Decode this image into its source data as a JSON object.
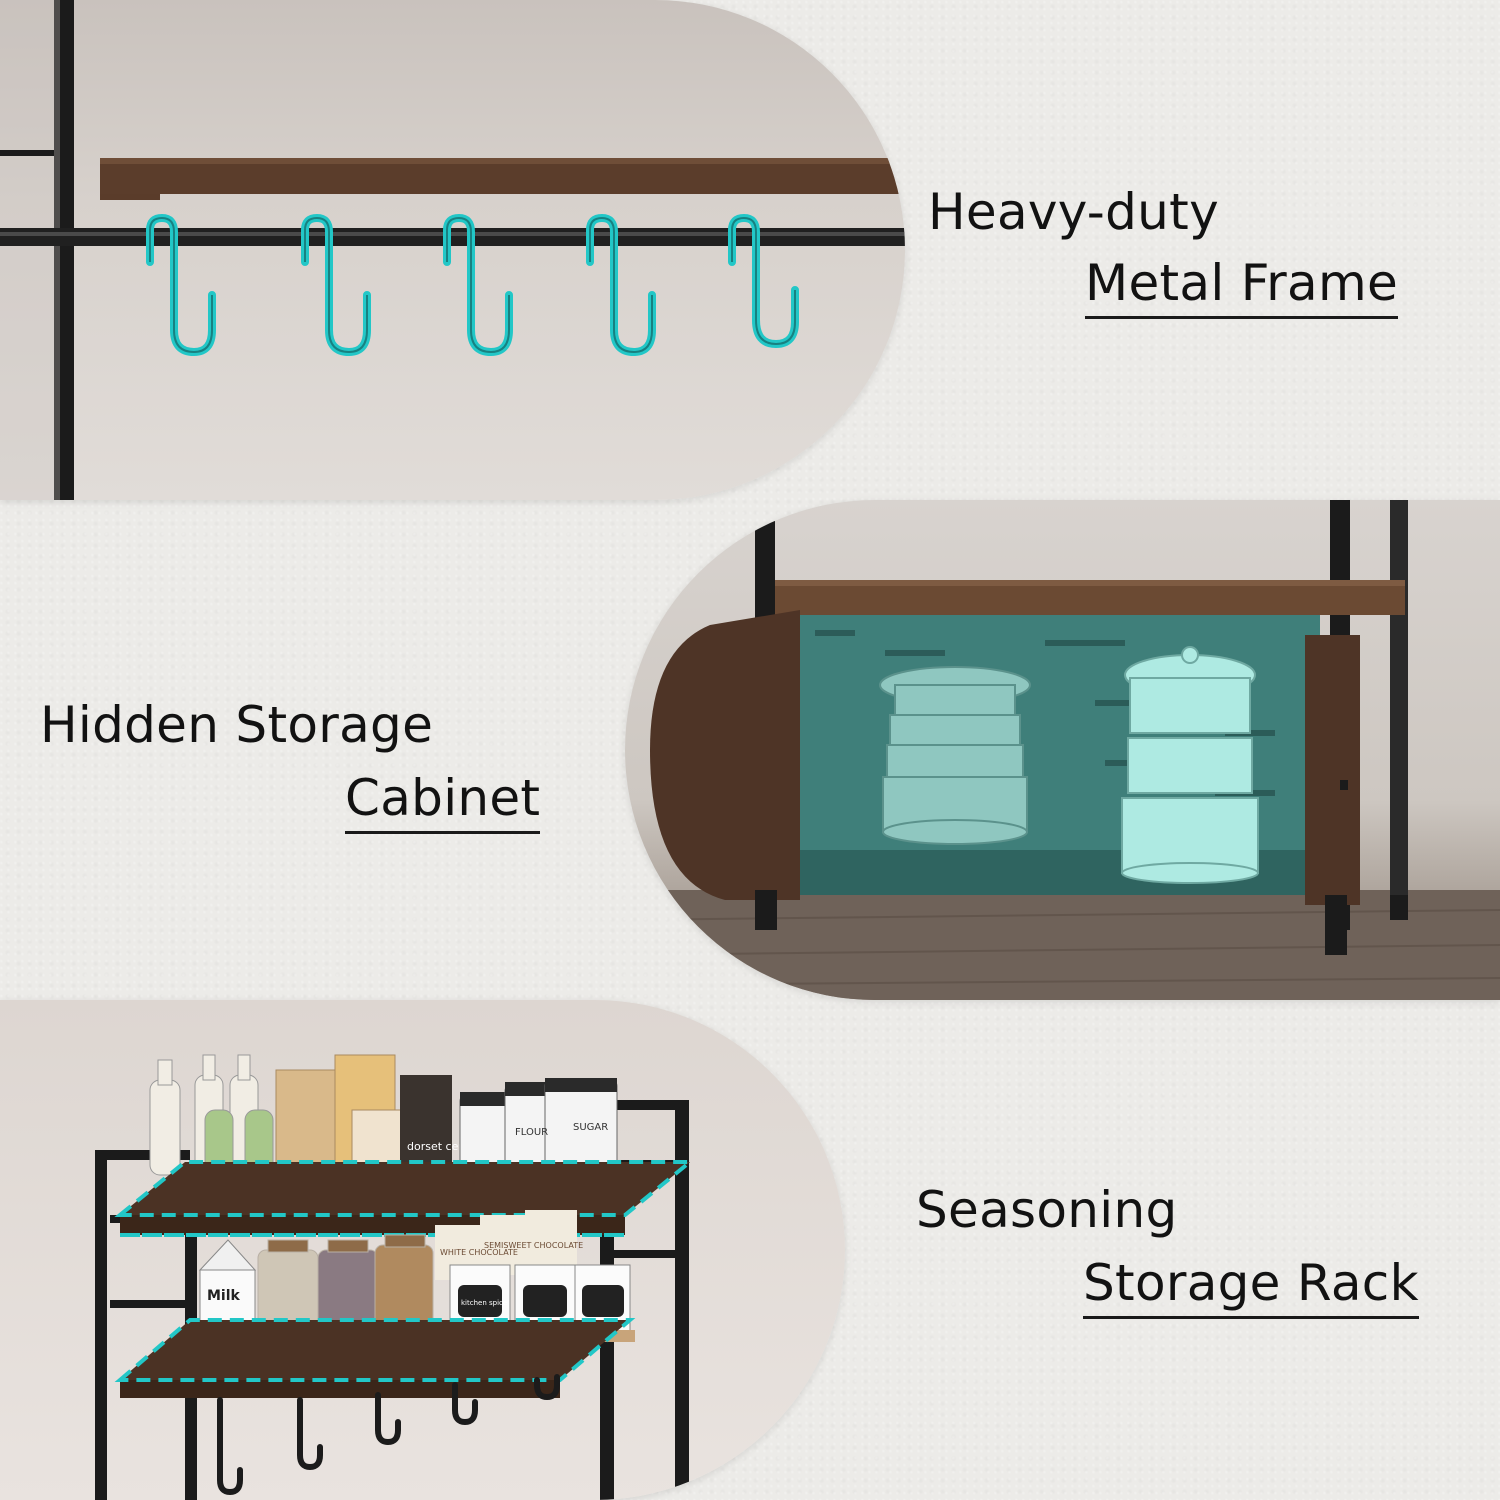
{
  "features": [
    {
      "line1": "Heavy-duty",
      "line2": "Metal Frame"
    },
    {
      "line1": "Hidden Storage",
      "line2": "Cabinet"
    },
    {
      "line1": "Seasoning",
      "line2": "Storage Rack"
    }
  ],
  "colors": {
    "background": "#ecebe8",
    "highlight": "#22c7c7",
    "wood": "#5a3c2a",
    "metal": "#1b1b1b"
  },
  "product_labels": {
    "milk": "Milk",
    "jar_flour": "FLOUR",
    "jar_sugar": "SUGAR",
    "cereal": "dorset cereals",
    "chocolate_a": "WHITE CHOCOLATE",
    "chocolate_b": "SEMISWEET CHOCOLATE",
    "spice_jar": "kitchen spice"
  }
}
